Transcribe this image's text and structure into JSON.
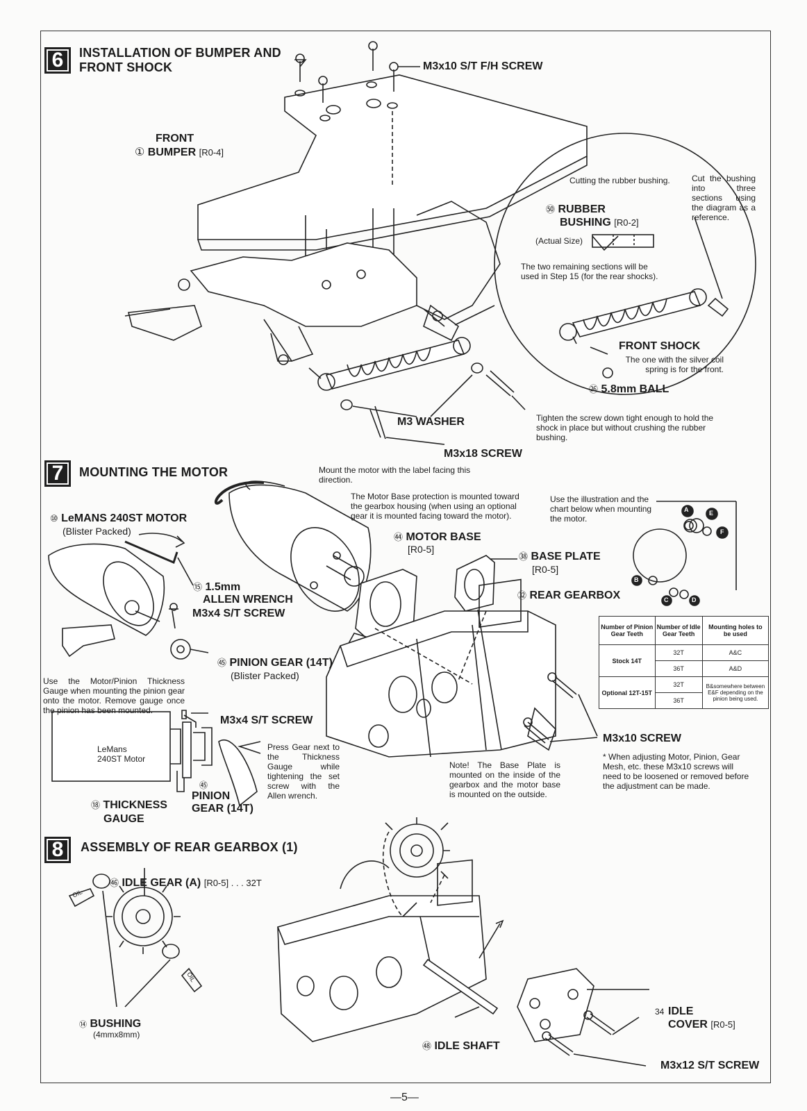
{
  "page_number": "—5—",
  "step6": {
    "number": "6",
    "title_line1": "INSTALLATION OF BUMPER AND",
    "title_line2": "FRONT SHOCK",
    "screw_f": "M3x10 S/T F/H SCREW",
    "front_bumper_line1": "FRONT",
    "front_bumper_num": "①",
    "front_bumper_line2": "BUMPER",
    "front_bumper_ref": "[R0-4]",
    "cutting_caption": "Cutting the rubber bushing.",
    "cut_note": "Cut the bushing into three sections using the diagram as a reference.",
    "rubber_num": "㊿",
    "rubber_line1": "RUBBER",
    "rubber_line2": "BUSHING",
    "rubber_ref": "[R0-2]",
    "actual_size": "(Actual Size)",
    "remaining_note": "The two remaining sections will be used in Step 15 (for the rear shocks).",
    "front_shock": "FRONT SHOCK",
    "silver_note": "The one with the silver coil spring is for the front.",
    "ball_num": "㉖",
    "ball": "5.8mm BALL",
    "washer": "M3 WASHER",
    "screw18": "M3x18 SCREW",
    "tighten_note": "Tighten the screw down tight enough to hold the shock in place but without crushing the rubber bushing."
  },
  "step7": {
    "number": "7",
    "title": "MOUNTING THE MOTOR",
    "label_note": "Mount the motor with the label facing this direction.",
    "base_protection_note": "The Motor Base protection is mounted toward the gearbox housing (when using an optional gear it is mounted facing toward the motor).",
    "illus_note": "Use the illustration and the chart below when mounting the motor.",
    "motor_num": "⑩",
    "motor": "LeMANS 240ST MOTOR",
    "motor_sub": "(Blister Packed)",
    "wrench_num": "⑮",
    "wrench_line1": "1.5mm",
    "wrench_line2": "ALLEN WRENCH",
    "screw_m3x4": "M3x4 S/T SCREW",
    "motor_base_num": "㊹",
    "motor_base": "MOTOR BASE",
    "motor_base_ref": "[R0-5]",
    "base_plate_num": "㊳",
    "base_plate": "BASE PLATE",
    "base_plate_ref": "[R0-5]",
    "rear_gearbox_num": "㉜",
    "rear_gearbox": "REAR GEARBOX",
    "pinion_num": "㊺",
    "pinion": "PINION GEAR (14T)",
    "pinion_sub": "(Blister Packed)",
    "gauge_note": "Use the Motor/Pinion Thickness Gauge when mounting the pinion gear onto the motor. Remove gauge once the pinion has been mounted.",
    "screw_m3x4_b": "M3x4 S/T SCREW",
    "motor_box_line1": "LeMans",
    "motor_box_line2": "240ST Motor",
    "press_note": "Press Gear next to the Thickness Gauge while tightening the set screw with the Allen wrench.",
    "gauge_num": "⑱",
    "gauge_line1": "THICKNESS",
    "gauge_line2": "GAUGE",
    "pinion_b_num": "㊺",
    "pinion_b_line1": "PINION",
    "pinion_b_line2": "GEAR (14T)",
    "base_plate_note": "Note! The Base Plate is mounted on the inside of the gearbox and the motor base is mounted on the outside.",
    "screw_m3x10": "M3x10 SCREW",
    "adjust_note": "* When adjusting Motor, Pinion, Gear Mesh, etc. these M3x10 screws will need to be loosened or removed before the adjustment can be made.",
    "hole_letters": [
      "A",
      "E",
      "F",
      "B",
      "C",
      "D"
    ],
    "chart": {
      "headers": [
        "Number of Pinion Gear Teeth",
        "Number of Idle Gear Teeth",
        "Mounting holes to be used"
      ],
      "rows": [
        {
          "pinion": "Stock 14T",
          "idle": "32T",
          "holes": "A&C"
        },
        {
          "pinion": "",
          "idle": "36T",
          "holes": "A&D"
        },
        {
          "pinion": "Optional 12T-15T",
          "idle": "32T",
          "holes": "B&somewhere between E&F depending on the pinion being used."
        },
        {
          "pinion": "",
          "idle": "36T",
          "holes": ""
        }
      ]
    }
  },
  "step8": {
    "number": "8",
    "title": "ASSEMBLY OF REAR GEARBOX (1)",
    "idle_gear_num": "㊻",
    "idle_gear": "IDLE GEAR (A)",
    "idle_gear_ref": "[R0-5] . . . 32T",
    "oil": "OIL",
    "bushing_num": "⑭",
    "bushing": "BUSHING",
    "bushing_sub": "(4mmx8mm)",
    "idle_shaft_num": "㊽",
    "idle_shaft": "IDLE SHAFT",
    "idle_cover_num": "34",
    "idle_cover_line1": "IDLE",
    "idle_cover_line2": "COVER",
    "idle_cover_ref": "[R0-5]",
    "screw_m3x12": "M3x12 S/T SCREW"
  },
  "colors": {
    "ink": "#1a1a1a",
    "paper": "#fbfbfa"
  }
}
